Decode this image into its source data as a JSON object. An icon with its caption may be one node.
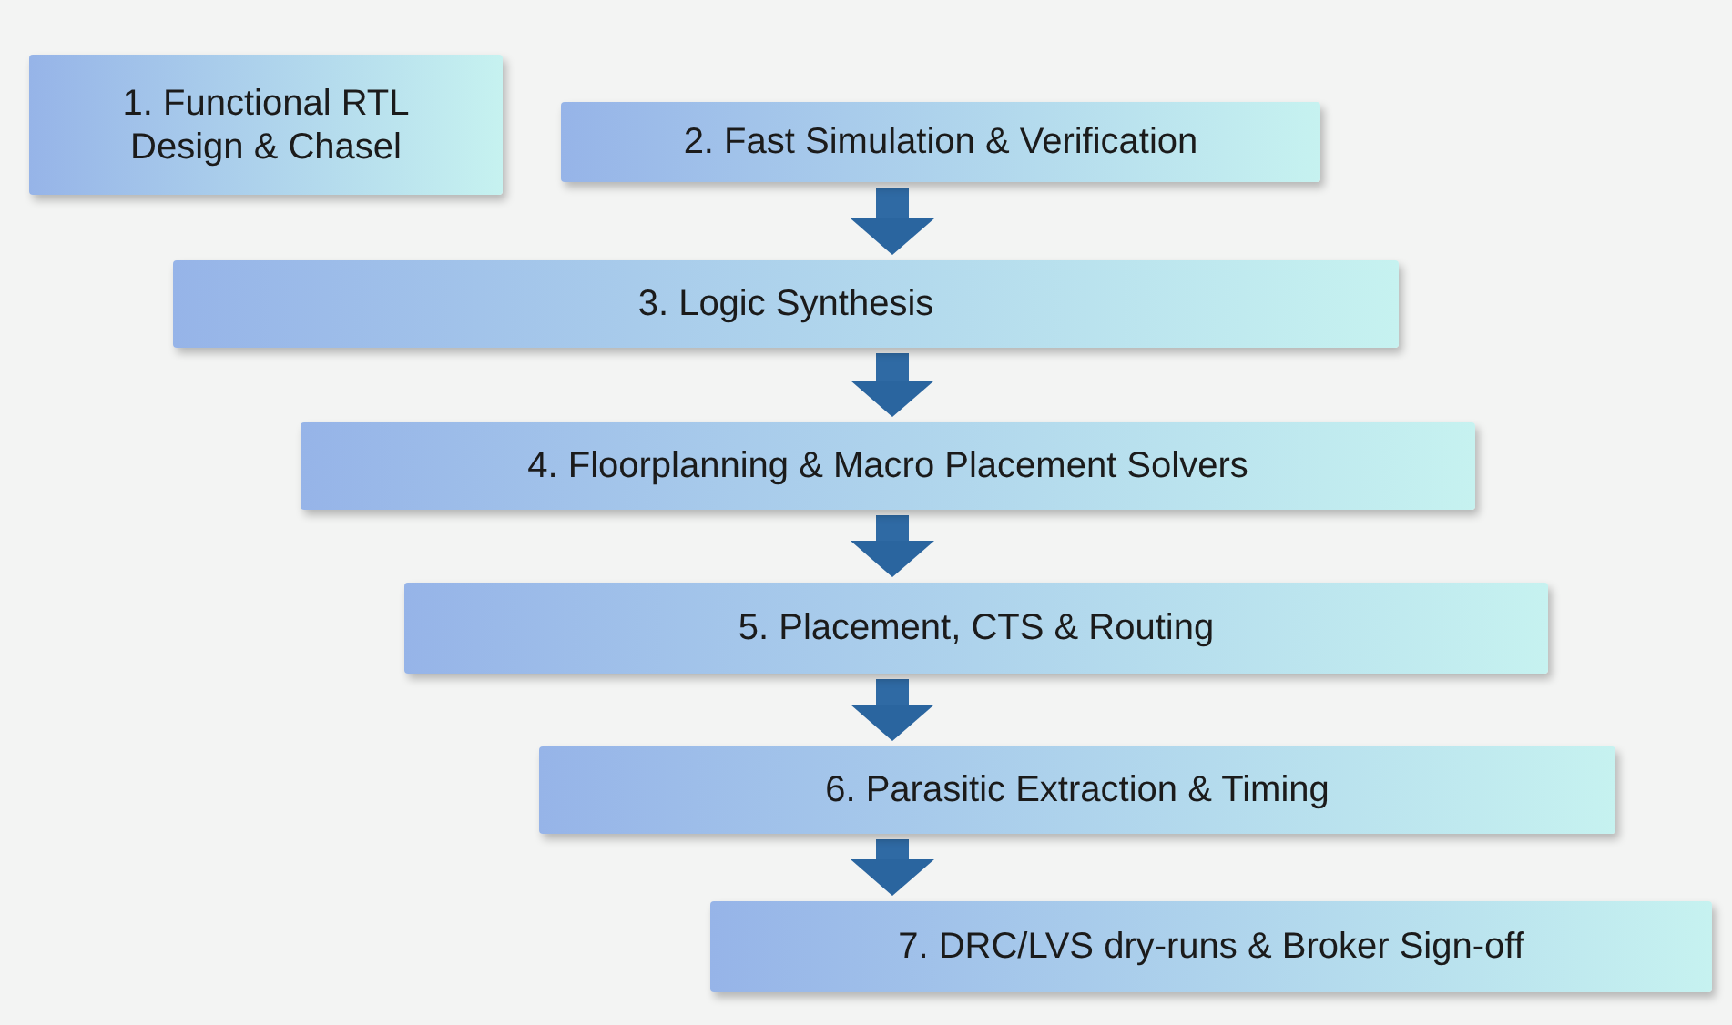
{
  "diagram": {
    "nodes": [
      {
        "text": [
          "1. Functional RTL Design & Chasel"
        ]
      },
      {
        "text": [
          "2. Fast Simulation & Verification"
        ]
      },
      {
        "text": [
          "3. Logic Synthesis"
        ]
      },
      {
        "text": [
          "4. Floorplanning & Macro Placement Solvers"
        ]
      },
      {
        "text": [
          "5. Placement, CTS & Routing"
        ]
      },
      {
        "text": [
          "6. Parasitic Extraction & Timing"
        ]
      },
      {
        "text": [
          "7. DRC/LVS dry-runs & Broker Sign-off"
        ]
      }
    ],
    "edges": [
      {
        "from": 1,
        "to": 2,
        "arrow": "to"
      },
      {
        "from": 2,
        "to": 3,
        "arrow": "to"
      },
      {
        "from": 3,
        "to": 4,
        "arrow": "to"
      },
      {
        "from": 4,
        "to": 5,
        "arrow": "to"
      },
      {
        "from": 5,
        "to": 6,
        "arrow": "to"
      }
    ]
  }
}
